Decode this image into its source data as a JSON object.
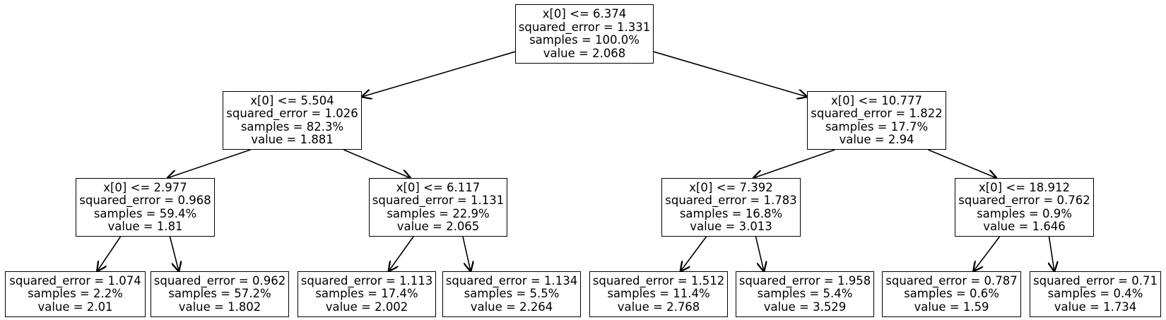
{
  "tree": {
    "nodes": [
      {
        "id": "n0",
        "lines": [
          "x[0] <= 6.374",
          "squared_error = 1.331",
          "samples = 100.0%",
          "value = 2.068"
        ]
      },
      {
        "id": "n1",
        "lines": [
          "x[0] <= 5.504",
          "squared_error = 1.026",
          "samples = 82.3%",
          "value = 1.881"
        ]
      },
      {
        "id": "n2",
        "lines": [
          "x[0] <= 10.777",
          "squared_error = 1.822",
          "samples = 17.7%",
          "value = 2.94"
        ]
      },
      {
        "id": "n3",
        "lines": [
          "x[0] <= 2.977",
          "squared_error = 0.968",
          "samples = 59.4%",
          "value = 1.81"
        ]
      },
      {
        "id": "n4",
        "lines": [
          "x[0] <= 6.117",
          "squared_error = 1.131",
          "samples = 22.9%",
          "value = 2.065"
        ]
      },
      {
        "id": "n5",
        "lines": [
          "x[0] <= 7.392",
          "squared_error = 1.783",
          "samples = 16.8%",
          "value = 3.013"
        ]
      },
      {
        "id": "n6",
        "lines": [
          "x[0] <= 18.912",
          "squared_error = 0.762",
          "samples = 0.9%",
          "value = 1.646"
        ]
      },
      {
        "id": "n7",
        "lines": [
          "squared_error = 1.074",
          "samples = 2.2%",
          "value = 2.01"
        ]
      },
      {
        "id": "n8",
        "lines": [
          "squared_error = 0.962",
          "samples = 57.2%",
          "value = 1.802"
        ]
      },
      {
        "id": "n9",
        "lines": [
          "squared_error = 1.113",
          "samples = 17.4%",
          "value = 2.002"
        ]
      },
      {
        "id": "n10",
        "lines": [
          "squared_error = 1.134",
          "samples = 5.5%",
          "value = 2.264"
        ]
      },
      {
        "id": "n11",
        "lines": [
          "squared_error = 1.512",
          "samples = 11.4%",
          "value = 2.768"
        ]
      },
      {
        "id": "n12",
        "lines": [
          "squared_error = 1.958",
          "samples = 5.4%",
          "value = 3.529"
        ]
      },
      {
        "id": "n13",
        "lines": [
          "squared_error = 0.787",
          "samples = 0.6%",
          "value = 1.59"
        ]
      },
      {
        "id": "n14",
        "lines": [
          "squared_error = 0.71",
          "samples = 0.4%",
          "value = 1.734"
        ]
      }
    ],
    "edges": [
      [
        "n0",
        "n1"
      ],
      [
        "n0",
        "n2"
      ],
      [
        "n1",
        "n3"
      ],
      [
        "n1",
        "n4"
      ],
      [
        "n2",
        "n5"
      ],
      [
        "n2",
        "n6"
      ],
      [
        "n3",
        "n7"
      ],
      [
        "n3",
        "n8"
      ],
      [
        "n4",
        "n9"
      ],
      [
        "n4",
        "n10"
      ],
      [
        "n5",
        "n11"
      ],
      [
        "n5",
        "n12"
      ],
      [
        "n6",
        "n13"
      ],
      [
        "n6",
        "n14"
      ]
    ]
  }
}
